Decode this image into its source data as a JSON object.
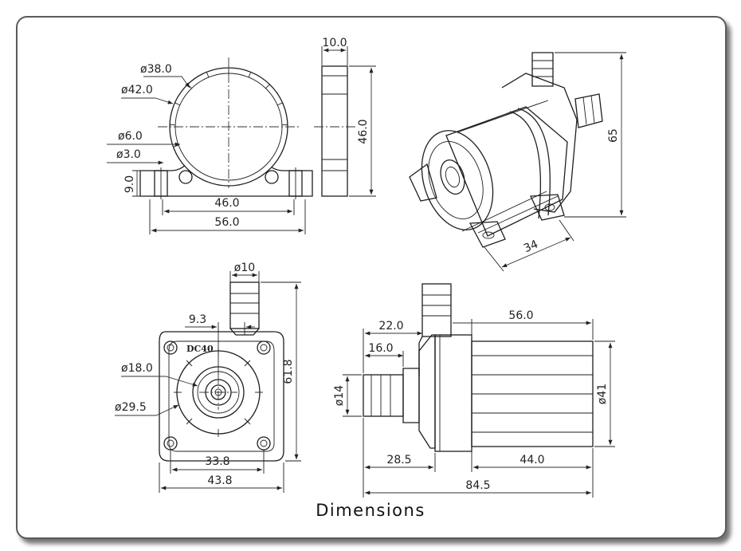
{
  "caption": "Dimensions",
  "product_label": "DC40",
  "front_view": {
    "dia_outer_ring": "ø38.0",
    "dia_flange": "ø42.0",
    "dia_hole_6": "ø6.0",
    "dia_hole_3": "ø3.0",
    "base_height": "9.0",
    "hole_spacing": "46.0",
    "total_width": "56.0"
  },
  "side_view": {
    "thickness": "10.0",
    "height": "46.0"
  },
  "iso_view": {
    "height": "65",
    "depth": "34"
  },
  "bottom_view": {
    "outlet_dia": "ø10",
    "outlet_offset": "9.3",
    "dia_inner": "ø18.0",
    "dia_outer": "ø29.5",
    "total_height": "61.8",
    "hole_spacing": "33.8",
    "total_width": "43.8"
  },
  "profile_view": {
    "dim_22": "22.0",
    "dim_16": "16.0",
    "inlet_dia": "ø14",
    "body_len": "56.0",
    "body_dia": "ø41",
    "dim_28": "28.5",
    "dim_44": "44.0",
    "total_len": "84.5"
  }
}
